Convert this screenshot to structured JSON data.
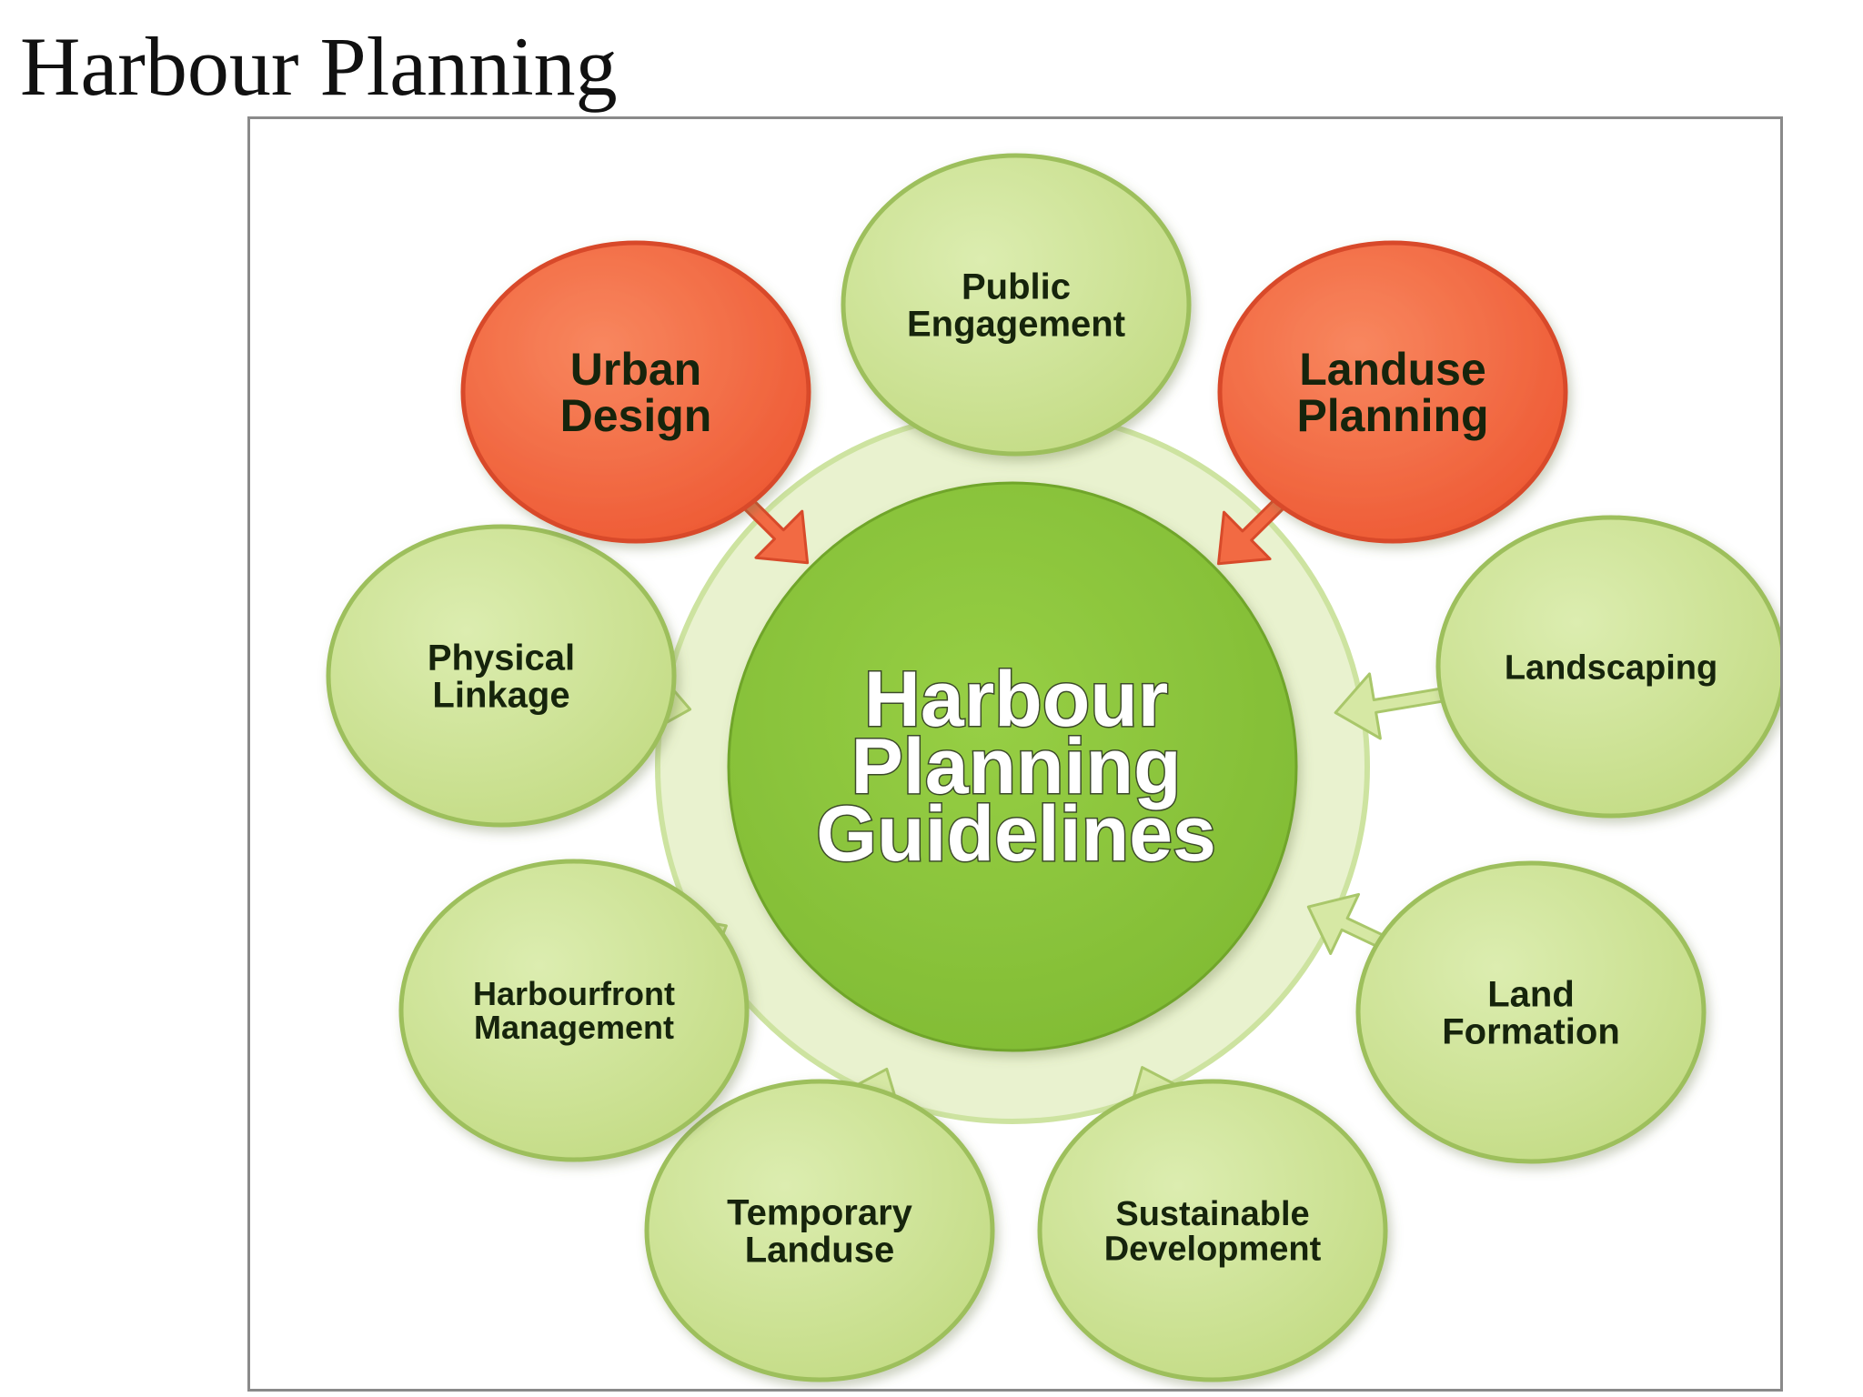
{
  "page": {
    "title": "Harbour Planning"
  },
  "diagram": {
    "center": {
      "lines": [
        "Harbour",
        "Planning",
        "Guidelines"
      ],
      "fill": "#8cc63f"
    },
    "colors": {
      "green": "#cfe39a",
      "green_edge": "#9dbf5c",
      "orange": "#f26a43",
      "orange_edge": "#d84a2a",
      "ring": "#e9f2cf",
      "ring_edge": "#cde3a0"
    },
    "nodes": [
      {
        "id": "public-engagement",
        "lines": [
          "Public",
          "Engagement"
        ],
        "color": "green"
      },
      {
        "id": "landuse-planning",
        "lines": [
          "Landuse",
          "Planning"
        ],
        "color": "orange"
      },
      {
        "id": "landscaping",
        "lines": [
          "Landscaping"
        ],
        "color": "green"
      },
      {
        "id": "land-formation",
        "lines": [
          "Land",
          "Formation"
        ],
        "color": "green"
      },
      {
        "id": "sustainable-development",
        "lines": [
          "Sustainable",
          "Development"
        ],
        "color": "green"
      },
      {
        "id": "temporary-landuse",
        "lines": [
          "Temporary",
          "Landuse"
        ],
        "color": "green"
      },
      {
        "id": "harbourfront-management",
        "lines": [
          "Harbourfront",
          "Management"
        ],
        "color": "green"
      },
      {
        "id": "physical-linkage",
        "lines": [
          "Physical",
          "Linkage"
        ],
        "color": "green"
      },
      {
        "id": "urban-design",
        "lines": [
          "Urban",
          "Design"
        ],
        "color": "orange"
      }
    ]
  }
}
